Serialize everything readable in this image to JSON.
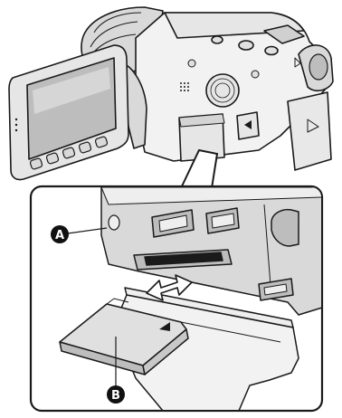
{
  "figure": {
    "type": "camcorder-sd-card-illustration",
    "callouts": [
      {
        "id": "A",
        "label": "A",
        "target": "access-lamp"
      },
      {
        "id": "B",
        "label": "B",
        "target": "sd-card"
      }
    ]
  },
  "colors": {
    "line": "#1a1a1a",
    "body_light": "#f2f2f2",
    "body_mid": "#d9d9d9",
    "body_dark": "#9a9a9a",
    "screen": "#bdbdbd",
    "callout_fill": "#111111"
  }
}
